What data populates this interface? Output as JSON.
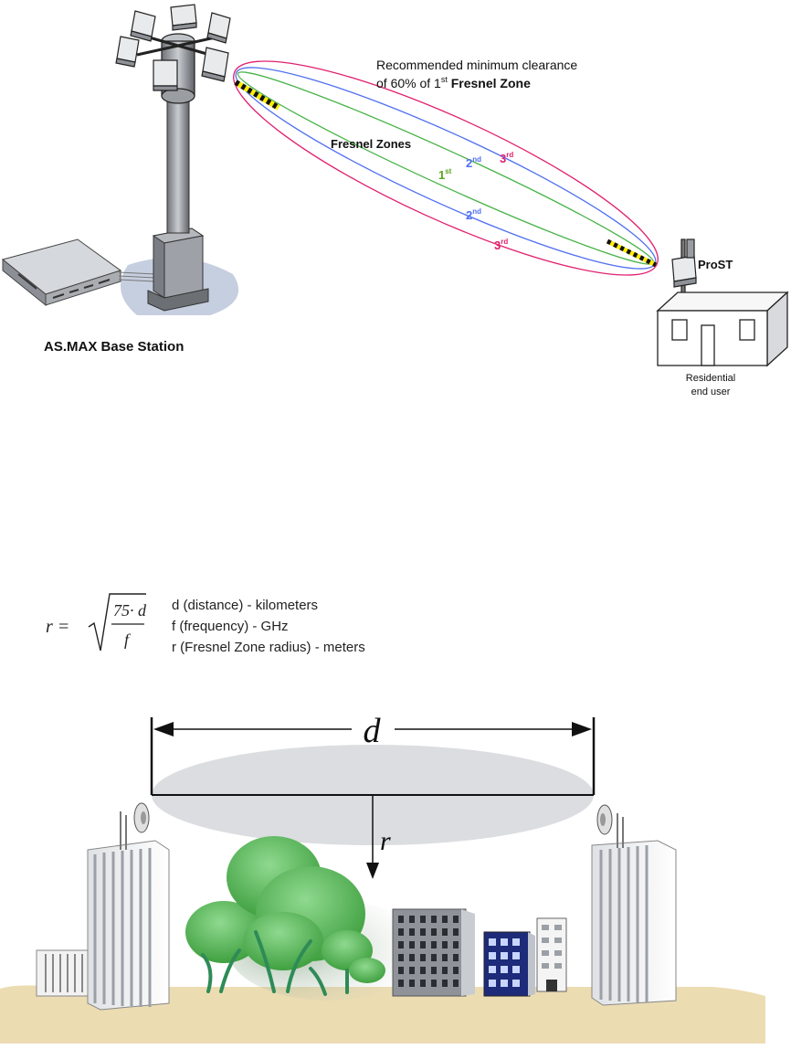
{
  "top_diagram": {
    "clearance_note_line1": "Recommended minimum clearance",
    "clearance_note_line2_pre": "of 60% of 1",
    "clearance_note_sup": "st",
    "clearance_note_bold": " Fresnel Zone",
    "fresnel_zones_label": "Fresnel Zones",
    "zone_1": {
      "num": "1",
      "sup": "st",
      "color": "#5aa51e"
    },
    "zone_2": {
      "num": "2",
      "sup": "nd",
      "color": "#4f6ff0"
    },
    "zone_3": {
      "num": "3",
      "sup": "rd",
      "color": "#e0206e"
    },
    "base_station_label": "AS.MAX Base Station",
    "prost_label": "ProST",
    "end_user_line1": "Residential",
    "end_user_line2": "end user"
  },
  "formula": {
    "lhs": "r =",
    "numerator": "75· d",
    "denominator": "f",
    "legend": [
      "d (distance) - kilometers",
      "f (frequency) - GHz",
      "r (Fresnel Zone radius) - meters"
    ]
  },
  "bottom_diagram": {
    "distance_label": "d",
    "radius_label": "r"
  }
}
